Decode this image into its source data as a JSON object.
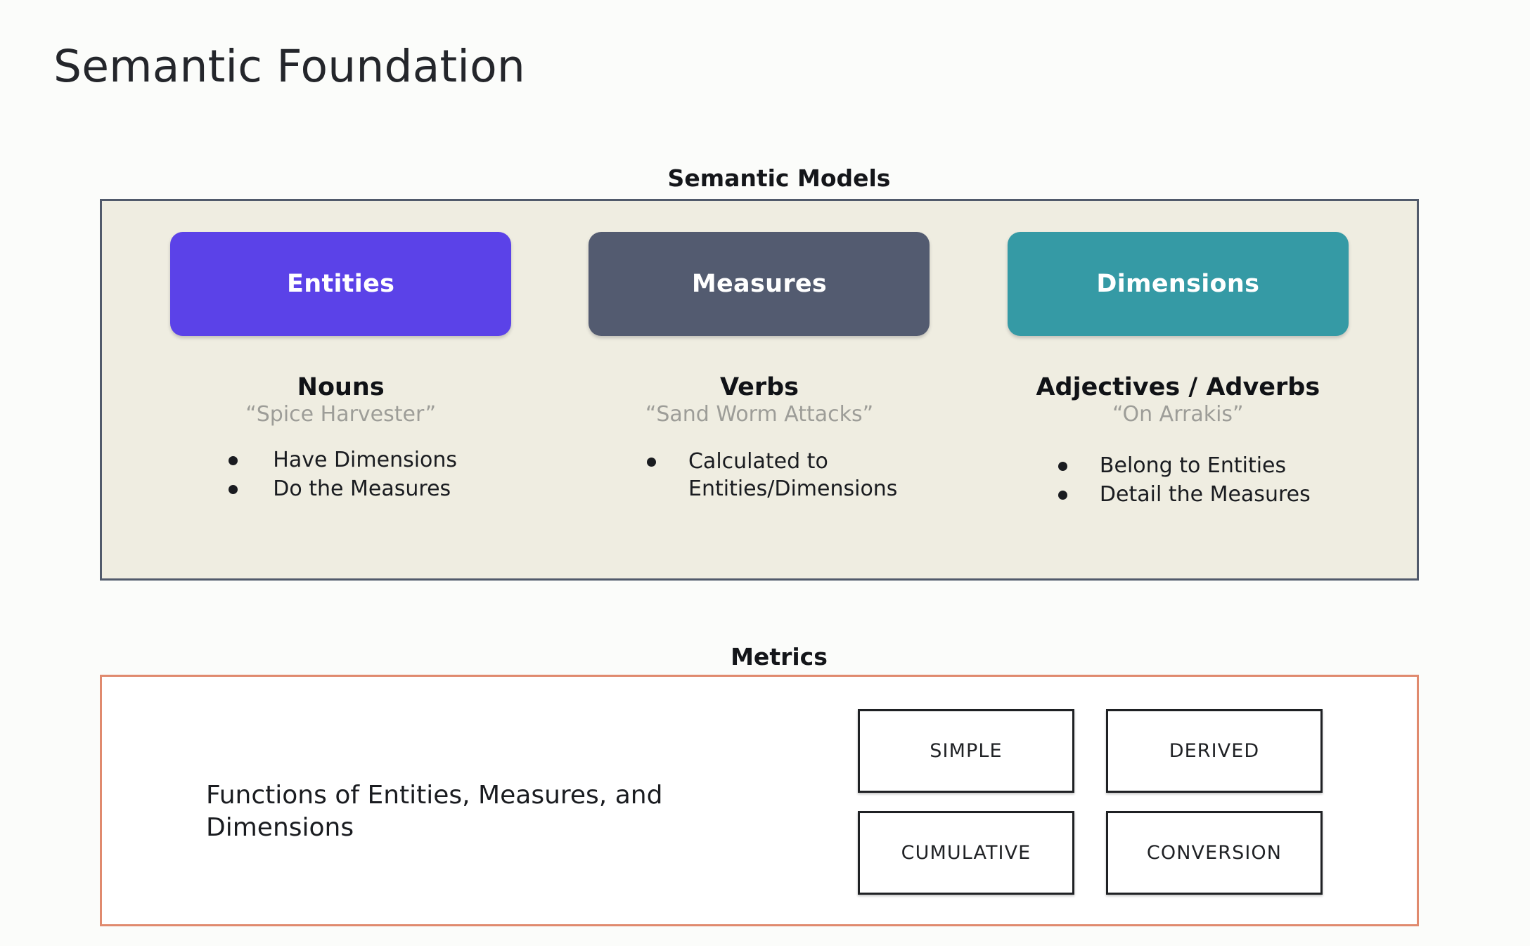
{
  "page": {
    "title": "Semantic Foundation",
    "background_color": "#fbfcfa"
  },
  "semantic_models": {
    "heading": "Semantic Models",
    "panel_bg_color": "#efede1",
    "panel_border_color": "#515a6b",
    "columns": [
      {
        "pill_label": "Entities",
        "pill_color": "#5b42e8",
        "part_of_speech": "Nouns",
        "example": "“Spice Harvester”",
        "bullets": [
          "Have Dimensions",
          "Do the Measures"
        ]
      },
      {
        "pill_label": "Measures",
        "pill_color": "#535b70",
        "part_of_speech": "Verbs",
        "example": "“Sand Worm Attacks”",
        "bullets": [
          "Calculated to Entities/Dimensions"
        ]
      },
      {
        "pill_label": "Dimensions",
        "pill_color": "#359aa5",
        "part_of_speech": "Adjectives / Adverbs",
        "example": "“On Arrakis”",
        "bullets": [
          "Belong to Entities",
          "Detail the Measures"
        ]
      }
    ]
  },
  "metrics": {
    "heading": "Metrics",
    "panel_border_color": "#e08a6e",
    "description": "Functions of Entities, Measures, and Dimensions",
    "types": [
      "SIMPLE",
      "DERIVED",
      "CUMULATIVE",
      "CONVERSION"
    ]
  }
}
